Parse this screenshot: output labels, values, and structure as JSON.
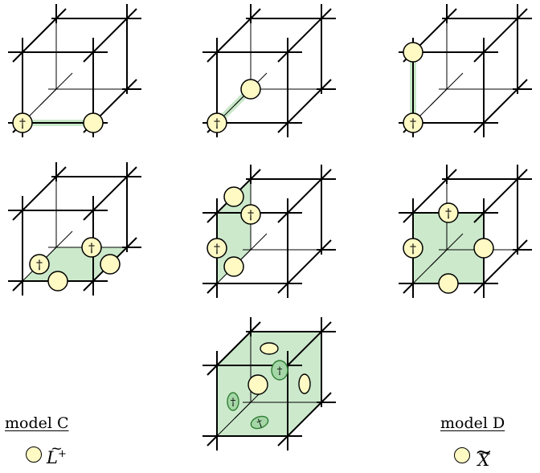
{
  "colors": {
    "line": "#000000",
    "face_fill": "#c9e8c9",
    "face_stroke": "#2e7d32",
    "node_fill": "#fff9c4"
  },
  "model_c": {
    "label": "model C",
    "symbol": "L",
    "superscript": "+",
    "tilde": "~"
  },
  "model_d": {
    "label": "model D",
    "symbol": "X",
    "tilde": "~"
  },
  "dagger": "†",
  "panels": [
    {
      "id": "edge-x",
      "highlight": "bottom-front-edge"
    },
    {
      "id": "edge-z",
      "highlight": "bottom-left-depth-edge"
    },
    {
      "id": "edge-y",
      "highlight": "left-front-vertical-edge"
    },
    {
      "id": "face-xz",
      "highlight": "bottom-face"
    },
    {
      "id": "face-yz",
      "highlight": "left-face"
    },
    {
      "id": "face-xy",
      "highlight": "front-face"
    },
    {
      "id": "cube",
      "highlight": "whole-cube"
    }
  ]
}
